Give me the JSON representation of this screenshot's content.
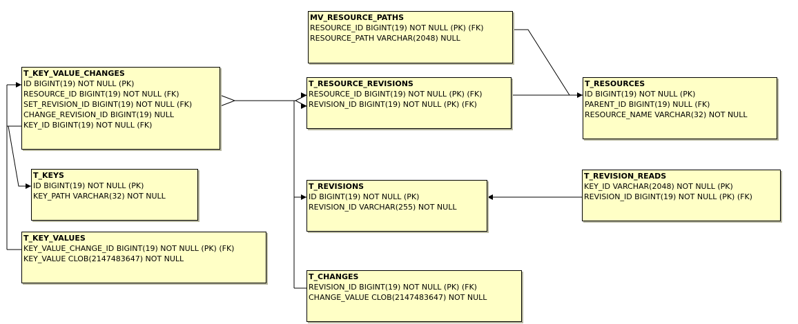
{
  "entities": {
    "mv_resource_paths": {
      "title": "MV_RESOURCE_PATHS",
      "columns": [
        "RESOURCE_ID  BIGINT(19) NOT NULL (PK) (FK)",
        "RESOURCE_PATH  VARCHAR(2048) NULL"
      ]
    },
    "t_key_value_changes": {
      "title": "T_KEY_VALUE_CHANGES",
      "columns": [
        "ID  BIGINT(19) NOT NULL (PK)",
        "RESOURCE_ID  BIGINT(19) NOT NULL (FK)",
        "SET_REVISION_ID  BIGINT(19) NOT NULL (FK)",
        "CHANGE_REVISION_ID  BIGINT(19) NULL",
        "KEY_ID  BIGINT(19) NOT NULL (FK)"
      ]
    },
    "t_resource_revisions": {
      "title": "T_RESOURCE_REVISIONS",
      "columns": [
        "RESOURCE_ID  BIGINT(19) NOT NULL (PK) (FK)",
        "REVISION_ID  BIGINT(19) NOT NULL (PK) (FK)"
      ]
    },
    "t_resources": {
      "title": "T_RESOURCES",
      "columns": [
        "ID  BIGINT(19) NOT NULL (PK)",
        "PARENT_ID  BIGINT(19) NULL (FK)",
        "RESOURCE_NAME  VARCHAR(32) NOT NULL"
      ]
    },
    "t_keys": {
      "title": "T_KEYS",
      "columns": [
        "ID  BIGINT(19) NOT NULL (PK)",
        "KEY_PATH  VARCHAR(32) NOT NULL"
      ]
    },
    "t_revisions": {
      "title": "T_REVISIONS",
      "columns": [
        "ID  BIGINT(19) NOT NULL (PK)",
        "REVISION_ID  VARCHAR(255) NOT NULL"
      ]
    },
    "t_revision_reads": {
      "title": "T_REVISION_READS",
      "columns": [
        "KEY_ID  VARCHAR(2048) NOT NULL (PK)",
        "REVISION_ID  BIGINT(19) NOT NULL (PK) (FK)"
      ]
    },
    "t_key_values": {
      "title": "T_KEY_VALUES",
      "columns": [
        "KEY_VALUE_CHANGE_ID  BIGINT(19) NOT NULL (PK) (FK)",
        "KEY_VALUE  CLOB(2147483647) NOT NULL"
      ]
    },
    "t_changes": {
      "title": "T_CHANGES",
      "columns": [
        "REVISION_ID  BIGINT(19) NOT NULL (PK) (FK)",
        "CHANGE_VALUE  CLOB(2147483647) NOT NULL"
      ]
    }
  },
  "colors": {
    "entity_fill": "#ffffc6",
    "entity_border": "#000000",
    "line": "#000000"
  }
}
